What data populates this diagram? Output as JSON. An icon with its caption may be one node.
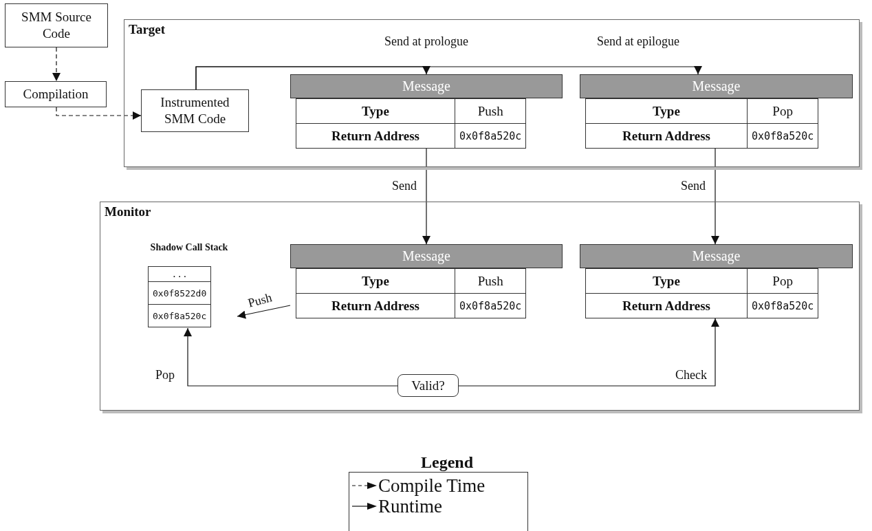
{
  "diagram": {
    "nodes": [
      {
        "text": [
          "SMM Source Code"
        ]
      },
      {
        "text": [
          "Compilation"
        ]
      },
      {
        "text": [
          "Target"
        ]
      },
      {
        "text": [
          "Instrumented SMM Code"
        ],
        "in": 2
      },
      {
        "text": [
          "Message",
          "Type",
          "Push",
          "Return Address",
          "0x0f8a520c"
        ],
        "in": 2
      },
      {
        "text": [
          "Message",
          "Type",
          "Pop",
          "Return Address",
          "0x0f8a520c"
        ],
        "in": 2
      },
      {
        "text": [
          "Monitor"
        ]
      },
      {
        "text": [
          "Shadow Call Stack",
          "...",
          "0x0f8522d0",
          "0x0f8a520c"
        ],
        "in": 6
      },
      {
        "text": [
          "Message",
          "Type",
          "Push",
          "Return Address",
          "0x0f8a520c"
        ],
        "in": 6
      },
      {
        "text": [
          "Message",
          "Type",
          "Pop",
          "Return Address",
          "0x0f8a520c"
        ],
        "in": 6
      },
      {
        "text": [
          "Valid?"
        ],
        "in": 6
      }
    ],
    "edges": [
      {
        "from": 0,
        "to": 1,
        "arrow": "to",
        "style": "dashed"
      },
      {
        "from": 1,
        "to": 3,
        "arrow": "to",
        "style": "dashed"
      },
      {
        "from": 3,
        "to": 4,
        "arrow": "to",
        "label": "Send at prologue"
      },
      {
        "from": 3,
        "to": 5,
        "arrow": "to",
        "label": "Send at epilogue"
      },
      {
        "from": 4,
        "to": 8,
        "arrow": "to",
        "label": "Send"
      },
      {
        "from": 5,
        "to": 9,
        "arrow": "to",
        "label": "Send"
      },
      {
        "from": 8,
        "to": 7,
        "arrow": "to",
        "label": "Push"
      },
      {
        "from": 10,
        "to": 9,
        "arrow": "to",
        "label": "Check"
      },
      {
        "from": 10,
        "to": 7,
        "arrow": "to",
        "label": "Pop"
      }
    ],
    "labels": [
      "Legend"
    ],
    "legend": [
      {
        "text": "Compile Time"
      },
      {
        "text": "Runtime"
      }
    ]
  }
}
